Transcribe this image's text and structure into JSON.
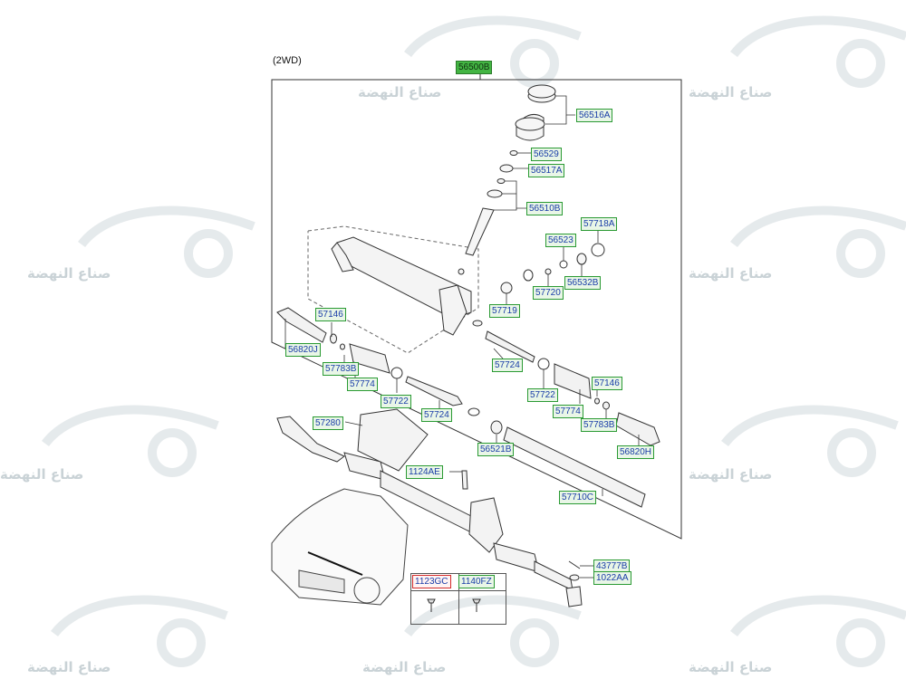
{
  "diagram": {
    "variant_label": "(2WD)",
    "assembly_part": "56500B",
    "parts": {
      "p56516A": "56516A",
      "p56529": "56529",
      "p56517A": "56517A",
      "p56510B": "56510B",
      "p57718A": "57718A",
      "p56523": "56523",
      "p56532B": "56532B",
      "p57720": "57720",
      "p57719": "57719",
      "p57146_left": "57146",
      "p56820J": "56820J",
      "p57783B_left": "57783B",
      "p57774_left": "57774",
      "p57722_left": "57722",
      "p57724_upper": "57724",
      "p57722_right": "57722",
      "p57146_right": "57146",
      "p57774_right": "57774",
      "p57783B_right": "57783B",
      "p56820H": "56820H",
      "p57724_lower": "57724",
      "p57280": "57280",
      "p56521B": "56521B",
      "p1124AE": "1124AE",
      "p57710C": "57710C",
      "p43777B": "43777B",
      "p1022AA": "1022AA"
    },
    "fasteners": {
      "left": "1123GC",
      "right": "1140FZ"
    }
  },
  "watermark": {
    "text": "صناع النهضة"
  }
}
